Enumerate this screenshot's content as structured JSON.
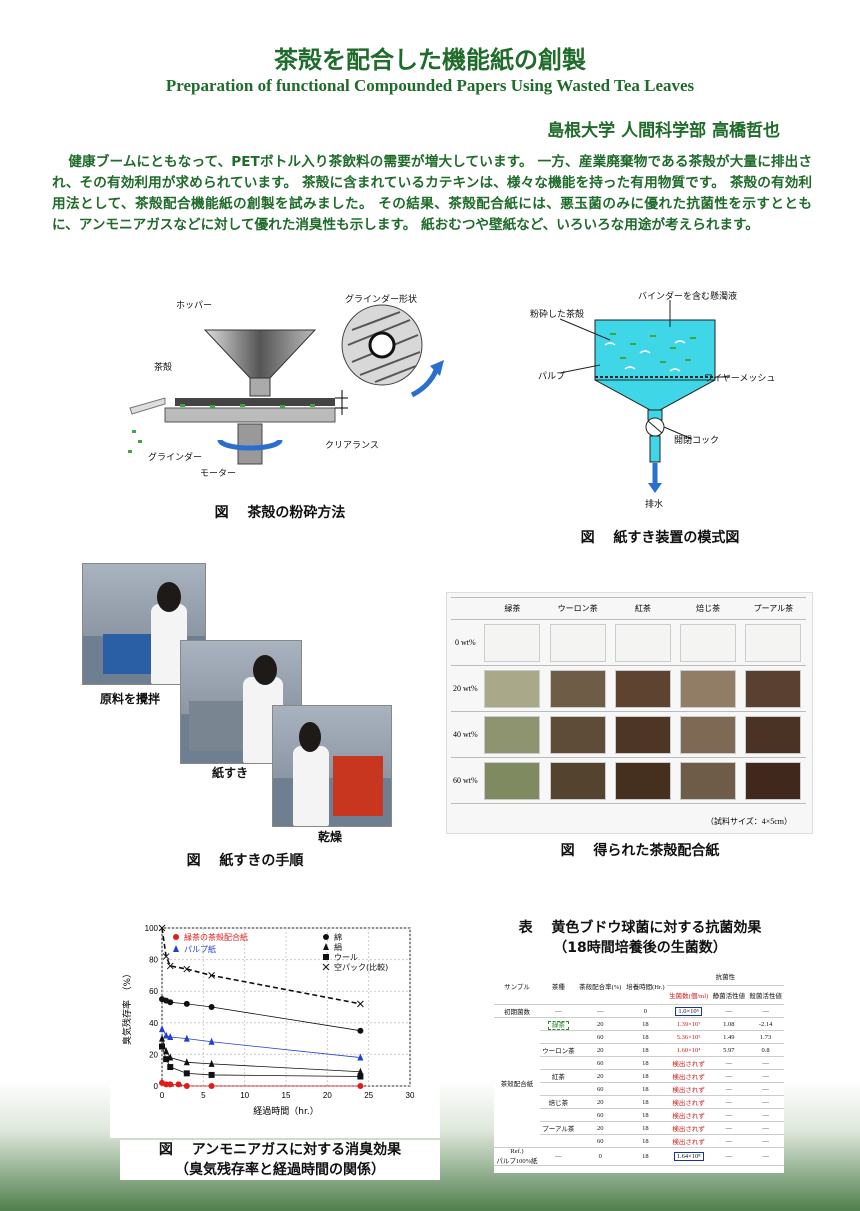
{
  "title_jp": "茶殻を配合した機能紙の創製",
  "title_en": "Preparation of functional Compounded Papers Using Wasted Tea Leaves",
  "author": "島根大学  人間科学部   高橋哲也",
  "abstract": "健康ブームにともなって、PETボトル入り茶飲料の需要が増大しています。 一方、産業廃棄物である茶殻が大量に排出され、その有効利用が求められています。 茶殻に含まれているカテキンは、様々な機能を持った有用物質です。 茶殻の有効利用法として、茶殻配合機能紙の創製を試みました。 その結果、茶殻配合紙には、悪玉菌のみに優れた抗菌性を示すとともに、アンモニアガスなどに対して優れた消臭性も示します。 紙おむつや壁紙など、いろいろな用途が考えられます。",
  "fig_grinder": {
    "caption": "図　 茶殻の粉砕方法",
    "hopper": "ホッパー",
    "grinder_shape": "グラインダー形状",
    "tea_leaves": "茶殻",
    "grinder": "グラインダー",
    "motor": "モーター",
    "clearance": "クリアランス"
  },
  "fig_apparatus": {
    "caption": "図　 紙すき装置の模式図",
    "suspension": "バインダーを含む懸濁液",
    "crushed": "粉砕した茶殻",
    "pulp": "パルプ",
    "mesh": "ワイヤーメッシュ",
    "cock": "開閉コック",
    "drain": "排水"
  },
  "fig_procedure": {
    "caption": "図　 紙すきの手順",
    "step1": "原料を攪拌",
    "step2": "紙すき",
    "step3": "乾燥"
  },
  "fig_samples": {
    "caption": "図　 得られた茶殻配合紙",
    "columns": [
      "緑茶",
      "ウーロン茶",
      "紅茶",
      "焙じ茶",
      "プーアル茶"
    ],
    "rows": [
      "0 wt%",
      "20 wt%",
      "40 wt%",
      "60 wt%"
    ],
    "colors": [
      [
        "#f4f4f2",
        "#f4f4f2",
        "#f4f4f2",
        "#f4f4f2",
        "#f4f4f2"
      ],
      [
        "#a9a98a",
        "#6e5c46",
        "#5d4330",
        "#917c66",
        "#5a4030"
      ],
      [
        "#8f9470",
        "#5e4b38",
        "#4d3626",
        "#7e6a54",
        "#4a3325"
      ],
      [
        "#7f8a60",
        "#54432f",
        "#45301f",
        "#6f5c48",
        "#40291c"
      ]
    ],
    "note": "（試料サイズ：4×5cm）"
  },
  "fig_deodor": {
    "caption_line1": "図　 アンモニアガスに対する消臭効果",
    "caption_line2": "（臭気残存率と経過時間の関係）",
    "chart_data": {
      "type": "scatter",
      "xlabel": "経過時間（hr.）",
      "ylabel": "臭気残存率　（%）",
      "xlim": [
        0,
        30
      ],
      "ylim": [
        0,
        100
      ],
      "xticks": [
        "0",
        "5",
        "10",
        "15",
        "20",
        "25",
        "30"
      ],
      "yticks": [
        "0",
        "20",
        "40",
        "60",
        "80",
        "100"
      ],
      "grid": true,
      "legend_position": "top",
      "series": [
        {
          "name": "緑茶の茶殻配合紙",
          "color": "#e31a1a",
          "marker": "circle",
          "x": [
            0,
            0.5,
            1,
            2,
            3,
            6,
            24
          ],
          "y": [
            2,
            1,
            1,
            1,
            0,
            0,
            0
          ]
        },
        {
          "name": "パルプ紙",
          "color": "#1f3fd6",
          "marker": "triangle",
          "x": [
            0,
            0.5,
            1,
            3,
            6,
            24
          ],
          "y": [
            36,
            32,
            31,
            30,
            28,
            18
          ]
        },
        {
          "name": "綿",
          "color": "#111111",
          "marker": "circle",
          "x": [
            0,
            0.5,
            1,
            3,
            6,
            24
          ],
          "y": [
            55,
            54,
            53,
            52,
            50,
            35
          ]
        },
        {
          "name": "絹",
          "color": "#111111",
          "marker": "triangle",
          "x": [
            0,
            0.5,
            1,
            3,
            6,
            24
          ],
          "y": [
            30,
            22,
            18,
            15,
            14,
            9
          ]
        },
        {
          "name": "ウール",
          "color": "#111111",
          "marker": "square",
          "x": [
            0,
            0.5,
            1,
            3,
            6,
            24
          ],
          "y": [
            25,
            17,
            12,
            8,
            7,
            6
          ]
        },
        {
          "name": "空パック(比較)",
          "color": "#111111",
          "marker": "x",
          "x": [
            0,
            0.5,
            1,
            3,
            6,
            24
          ],
          "y": [
            100,
            82,
            76,
            74,
            70,
            52
          ]
        }
      ]
    }
  },
  "table_antibac": {
    "title_line1": "表　 黄色ブドウ球菌に対する抗菌効果",
    "title_line2": "（18時間培養後の生菌数）",
    "headers": [
      "サンプル",
      "茶種",
      "茶殻配合率(%)",
      "培養時間(Hr.)",
      "生菌数(個/ml)",
      "静菌活性値",
      "殺菌活性値"
    ],
    "group_header": "抗菌性",
    "initial_label": "初期菌数",
    "initial_count": "1.0×10⁵",
    "group_label": "茶殻配合紙",
    "ref_label": "Ref.)\nパルプ100%紙",
    "ref_count": "1.64×10⁸",
    "rows": [
      {
        "tea": "緑茶",
        "ratio": "20",
        "time": "18",
        "count": "1.39×10⁷",
        "static": "1.08",
        "bactericidal": "-2.14",
        "green": true
      },
      {
        "tea": "",
        "ratio": "60",
        "time": "18",
        "count": "5.36×10⁵",
        "static": "1.49",
        "bactericidal": "1.73",
        "green": true
      },
      {
        "tea": "ウーロン茶",
        "ratio": "20",
        "time": "18",
        "count": "1.60×10⁴",
        "static": "5.97",
        "bactericidal": "0.8"
      },
      {
        "tea": "",
        "ratio": "60",
        "time": "18",
        "count": "検出されず",
        "static": "—",
        "bactericidal": "—"
      },
      {
        "tea": "紅茶",
        "ratio": "20",
        "time": "18",
        "count": "検出されず",
        "static": "—",
        "bactericidal": "—"
      },
      {
        "tea": "",
        "ratio": "60",
        "time": "18",
        "count": "検出されず",
        "static": "—",
        "bactericidal": "—"
      },
      {
        "tea": "焙じ茶",
        "ratio": "20",
        "time": "18",
        "count": "検出されず",
        "static": "—",
        "bactericidal": "—"
      },
      {
        "tea": "",
        "ratio": "60",
        "time": "18",
        "count": "検出されず",
        "static": "—",
        "bactericidal": "—"
      },
      {
        "tea": "プーアル茶",
        "ratio": "20",
        "time": "18",
        "count": "検出されず",
        "static": "—",
        "bactericidal": "—"
      },
      {
        "tea": "",
        "ratio": "60",
        "time": "18",
        "count": "検出されず",
        "static": "—",
        "bactericidal": "—"
      }
    ]
  }
}
